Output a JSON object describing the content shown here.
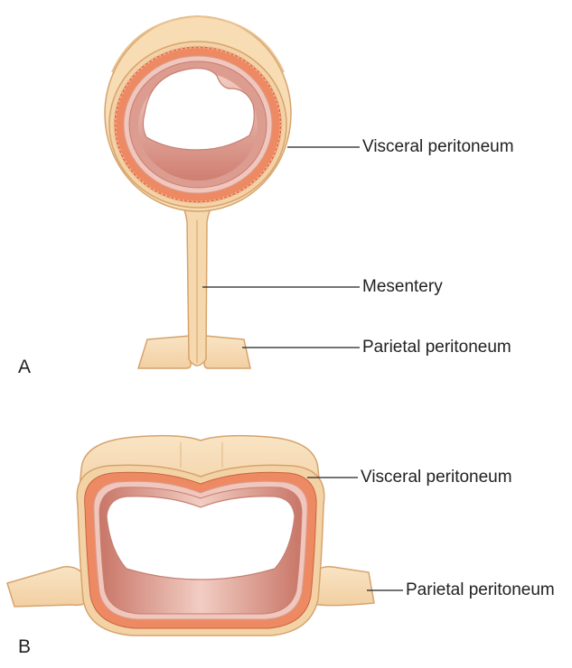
{
  "panels": [
    {
      "letter": "A",
      "labels": {
        "visceral": "Visceral peritoneum",
        "mesentery": "Mesentery",
        "parietal": "Parietal peritoneum"
      }
    },
    {
      "letter": "B",
      "labels": {
        "visceral": "Visceral peritoneum",
        "parietal": "Parietal peritoneum"
      }
    }
  ],
  "colors": {
    "peritoneum_fill": "#f7dcb4",
    "peritoneum_edge": "#d9a873",
    "muscle": "#ee8a63",
    "mucosa": "#dc9c90",
    "submucosa": "#f1c7bd",
    "leader_line": "#222222"
  }
}
